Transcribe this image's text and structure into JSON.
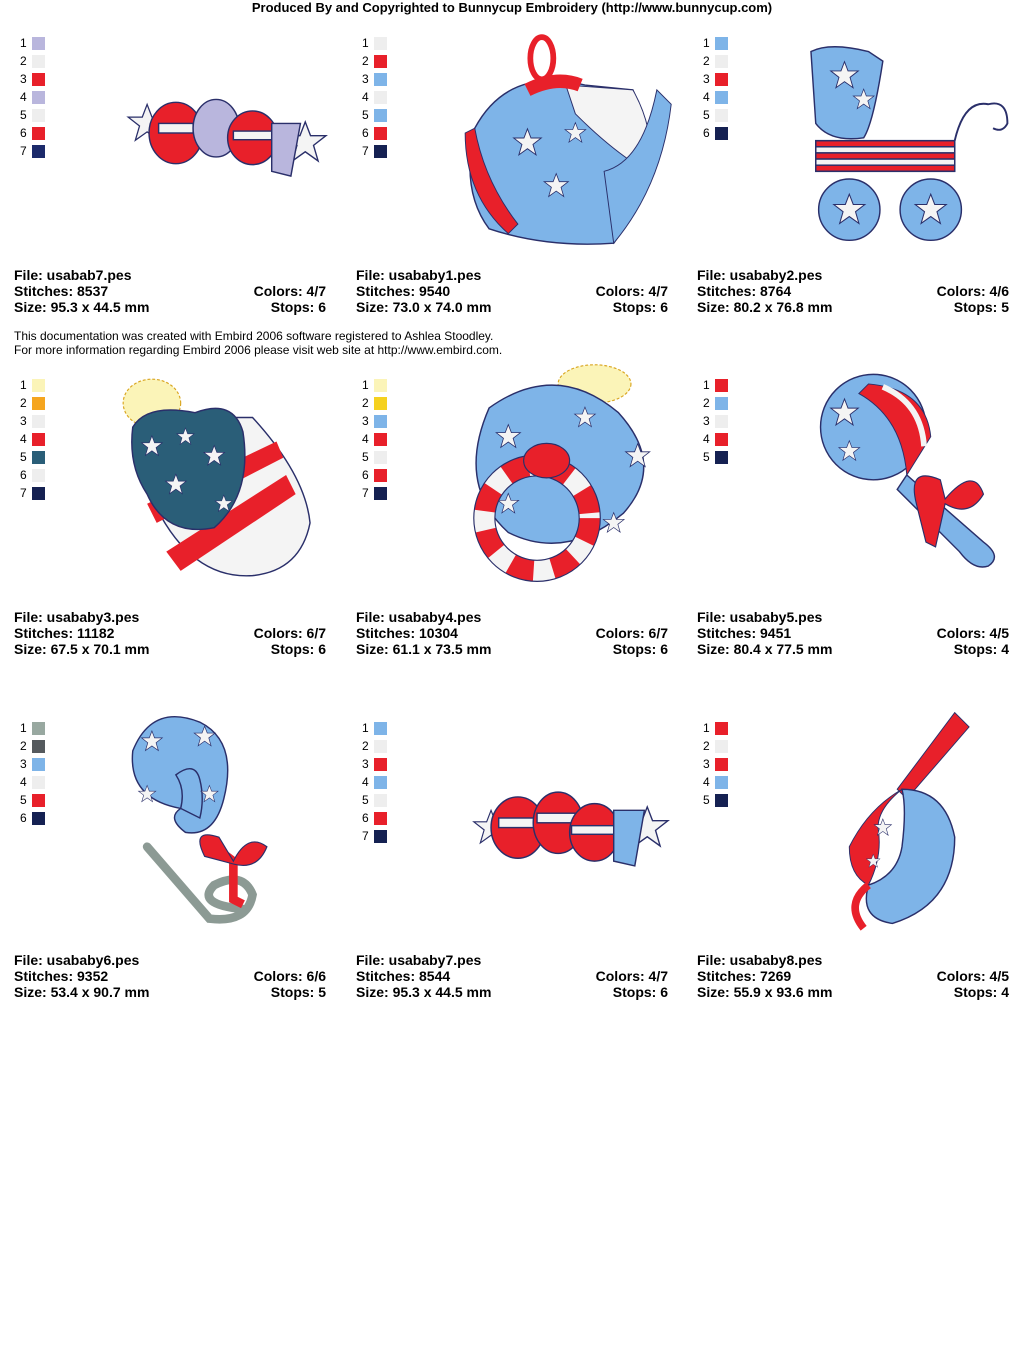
{
  "header": "Produced By and Copyrighted to Bunnycup Embroidery (http://www.bunnycup.com)",
  "note": {
    "line1": "This documentation was created with Embird 2006 software registered to Ashlea Stoodley.",
    "line2": "For more information regarding Embird 2006 please visit web site at http://www.embird.com."
  },
  "designs": [
    {
      "file": "File: usabab7.pes",
      "stitches": "Stitches: 8537",
      "size": "Size: 95.3 x 44.5 mm",
      "colors": "Colors: 4/7",
      "stops": "Stops: 6",
      "swatches": [
        {
          "n": "1",
          "c": "#b9b6dd"
        },
        {
          "n": "2",
          "c": "#eeeeee"
        },
        {
          "n": "3",
          "c": "#e8202a"
        },
        {
          "n": "4",
          "c": "#b9b6dd"
        },
        {
          "n": "5",
          "c": "#eeeeee"
        },
        {
          "n": "6",
          "c": "#e8202a"
        },
        {
          "n": "7",
          "c": "#1c2a6b"
        }
      ],
      "art": "baby-word-lavender"
    },
    {
      "file": "File: usababy1.pes",
      "stitches": "Stitches: 9540",
      "size": "Size: 73.0 x 74.0 mm",
      "colors": "Colors: 4/7",
      "stops": "Stops: 6",
      "swatches": [
        {
          "n": "1",
          "c": "#eeeeee"
        },
        {
          "n": "2",
          "c": "#e8202a"
        },
        {
          "n": "3",
          "c": "#7eb4e8"
        },
        {
          "n": "4",
          "c": "#eeeeee"
        },
        {
          "n": "5",
          "c": "#7eb4e8"
        },
        {
          "n": "6",
          "c": "#e8202a"
        },
        {
          "n": "7",
          "c": "#152152"
        }
      ],
      "art": "baby-hat"
    },
    {
      "file": "File: usababy2.pes",
      "stitches": "Stitches: 8764",
      "size": "Size: 80.2 x 76.8 mm",
      "colors": "Colors: 4/6",
      "stops": "Stops: 5",
      "swatches": [
        {
          "n": "1",
          "c": "#7eb4e8"
        },
        {
          "n": "2",
          "c": "#eeeeee"
        },
        {
          "n": "3",
          "c": "#e8202a"
        },
        {
          "n": "4",
          "c": "#7eb4e8"
        },
        {
          "n": "5",
          "c": "#eeeeee"
        },
        {
          "n": "6",
          "c": "#152152"
        }
      ],
      "art": "stroller"
    },
    {
      "file": "File: usababy3.pes",
      "stitches": "Stitches: 11182",
      "size": "Size: 67.5 x 70.1 mm",
      "colors": "Colors: 6/7",
      "stops": "Stops: 6",
      "swatches": [
        {
          "n": "1",
          "c": "#fbf4b8"
        },
        {
          "n": "2",
          "c": "#f5a51f"
        },
        {
          "n": "3",
          "c": "#eeeeee"
        },
        {
          "n": "4",
          "c": "#e8202a"
        },
        {
          "n": "5",
          "c": "#2a5e78"
        },
        {
          "n": "6",
          "c": "#eeeeee"
        },
        {
          "n": "7",
          "c": "#152152"
        }
      ],
      "art": "baby-bottle"
    },
    {
      "file": "File: usababy4.pes",
      "stitches": "Stitches: 10304",
      "size": "Size: 61.1 x 73.5 mm",
      "colors": "Colors: 6/7",
      "stops": "Stops: 6",
      "swatches": [
        {
          "n": "1",
          "c": "#fbf4b8"
        },
        {
          "n": "2",
          "c": "#f5d11f"
        },
        {
          "n": "3",
          "c": "#7eb4e8"
        },
        {
          "n": "4",
          "c": "#e8202a"
        },
        {
          "n": "5",
          "c": "#eeeeee"
        },
        {
          "n": "6",
          "c": "#e8202a"
        },
        {
          "n": "7",
          "c": "#152152"
        }
      ],
      "art": "pacifier"
    },
    {
      "file": "File: usababy5.pes",
      "stitches": "Stitches: 9451",
      "size": "Size: 80.4 x 77.5 mm",
      "colors": "Colors: 4/5",
      "stops": "Stops: 4",
      "swatches": [
        {
          "n": "1",
          "c": "#e8202a"
        },
        {
          "n": "2",
          "c": "#7eb4e8"
        },
        {
          "n": "3",
          "c": "#eeeeee"
        },
        {
          "n": "4",
          "c": "#e8202a"
        },
        {
          "n": "5",
          "c": "#152152"
        }
      ],
      "art": "rattle"
    },
    {
      "file": "File: usababy6.pes",
      "stitches": "Stitches: 9352",
      "size": "Size: 53.4 x 90.7 mm",
      "colors": "Colors: 6/6",
      "stops": "Stops: 5",
      "swatches": [
        {
          "n": "1",
          "c": "#98a8a0"
        },
        {
          "n": "2",
          "c": "#555a5e"
        },
        {
          "n": "3",
          "c": "#7eb4e8"
        },
        {
          "n": "4",
          "c": "#eeeeee"
        },
        {
          "n": "5",
          "c": "#e8202a"
        },
        {
          "n": "6",
          "c": "#152152"
        }
      ],
      "art": "safety-pin"
    },
    {
      "file": "File: usababy7.pes",
      "stitches": "Stitches: 8544",
      "size": "Size: 95.3 x 44.5 mm",
      "colors": "Colors: 4/7",
      "stops": "Stops: 6",
      "swatches": [
        {
          "n": "1",
          "c": "#7eb4e8"
        },
        {
          "n": "2",
          "c": "#eeeeee"
        },
        {
          "n": "3",
          "c": "#e8202a"
        },
        {
          "n": "4",
          "c": "#7eb4e8"
        },
        {
          "n": "5",
          "c": "#eeeeee"
        },
        {
          "n": "6",
          "c": "#e8202a"
        },
        {
          "n": "7",
          "c": "#152152"
        }
      ],
      "art": "baby-word-blue"
    },
    {
      "file": "File: usababy8.pes",
      "stitches": "Stitches: 7269",
      "size": "Size: 55.9 x 93.6 mm",
      "colors": "Colors: 4/5",
      "stops": "Stops: 4",
      "swatches": [
        {
          "n": "1",
          "c": "#e8202a"
        },
        {
          "n": "2",
          "c": "#eeeeee"
        },
        {
          "n": "3",
          "c": "#e8202a"
        },
        {
          "n": "4",
          "c": "#7eb4e8"
        },
        {
          "n": "5",
          "c": "#152152"
        }
      ],
      "art": "bib"
    }
  ]
}
